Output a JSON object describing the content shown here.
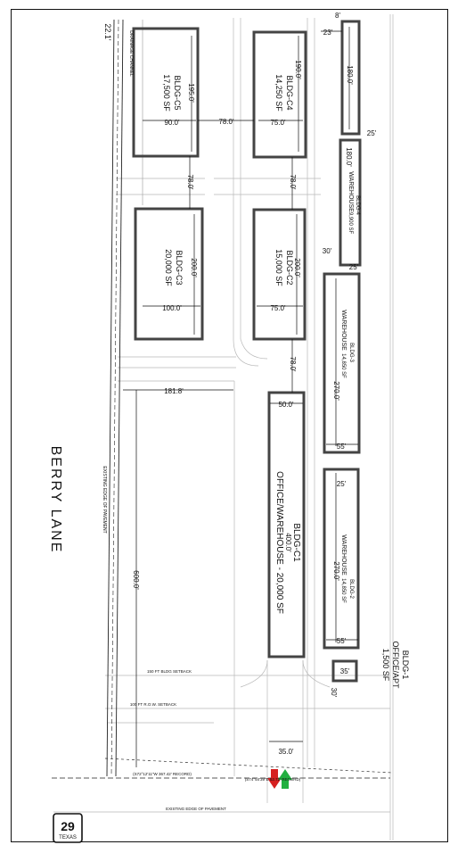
{
  "road": {
    "name": "BERRY LANE"
  },
  "shield": {
    "number": "29",
    "state": "TEXAS"
  },
  "buildings": [
    {
      "id": "c5",
      "name": "BLDG-C5",
      "area": "17,500 SF",
      "dim_long": "195.0'",
      "dim_short": "90.0'"
    },
    {
      "id": "c4",
      "name": "BLDG-C4",
      "area": "14,250 SF",
      "dim_long": "190.0'",
      "dim_short": "75.0'"
    },
    {
      "id": "c3",
      "name": "BLDG-C3",
      "area": "20,000 SF",
      "dim_long": "200.0'",
      "dim_short": "100.0'"
    },
    {
      "id": "c2",
      "name": "BLDG-C2",
      "area": "15,000 SF",
      "dim_long": "200.0'",
      "dim_short": "75.0'"
    },
    {
      "id": "c1",
      "name": "BLDG-C1",
      "use": "OFFICE/WAREHOUSE - 20,000 SF",
      "dim_long": "400.0'",
      "dim_short": "50.0'"
    },
    {
      "id": "b4",
      "name": "BLDG-4",
      "use": "WAREHOUSE",
      "area": "9,900 SF",
      "dim_long": "180.0'"
    },
    {
      "id": "b3",
      "name": "BLDG-3",
      "use": "WAREHOUSE",
      "area": "14,850 SF",
      "dim_long": "270.0'"
    },
    {
      "id": "b2",
      "name": "BLDG-2",
      "use": "WAREHOUSE",
      "area": "14,850 SF",
      "dim_long": "270.0'"
    },
    {
      "id": "b1",
      "name": "BLDG-1",
      "use": "OFFICE/APT",
      "area": "1,500 SF"
    }
  ],
  "dimensions": {
    "top_left": "22.1'",
    "top_right_a": "8'",
    "top_right_b": "23'",
    "top_bldg_len": "180.0'",
    "gap_25_top": "25'",
    "aisle_c5_c4": "78.0'",
    "aisle_c5_c3": "78.0'",
    "aisle_c4_c2": "78.0'",
    "aisle_c2_c1": "78.0'",
    "gap_30_a": "30'",
    "gap_25_b": "25'",
    "offset_181": "181.8'",
    "gap_55_a": "55'",
    "gap_25_c": "25'",
    "gap_55_b": "55'",
    "lot_600": "600.0'",
    "b1_35": "35'",
    "gap_30_b": "30'",
    "drive_35": "35.0'"
  },
  "notes": {
    "drainage": "DRAINAGE CHANNEL",
    "setback_150": "150 FT BLDG SETBACK",
    "setback_100": "100 FT R.O.W. SETBACK",
    "bearing_left": "(S72°12'11\"W 367.42' RECORD)",
    "bearing_right": "(S74°54'39\"E 52.72' RECORD)",
    "existing_edge": "EXISTING EDGE OF PAVEMENT",
    "existing_edge_bottom": "EXISTING EDGE OF PAVEMENT"
  }
}
